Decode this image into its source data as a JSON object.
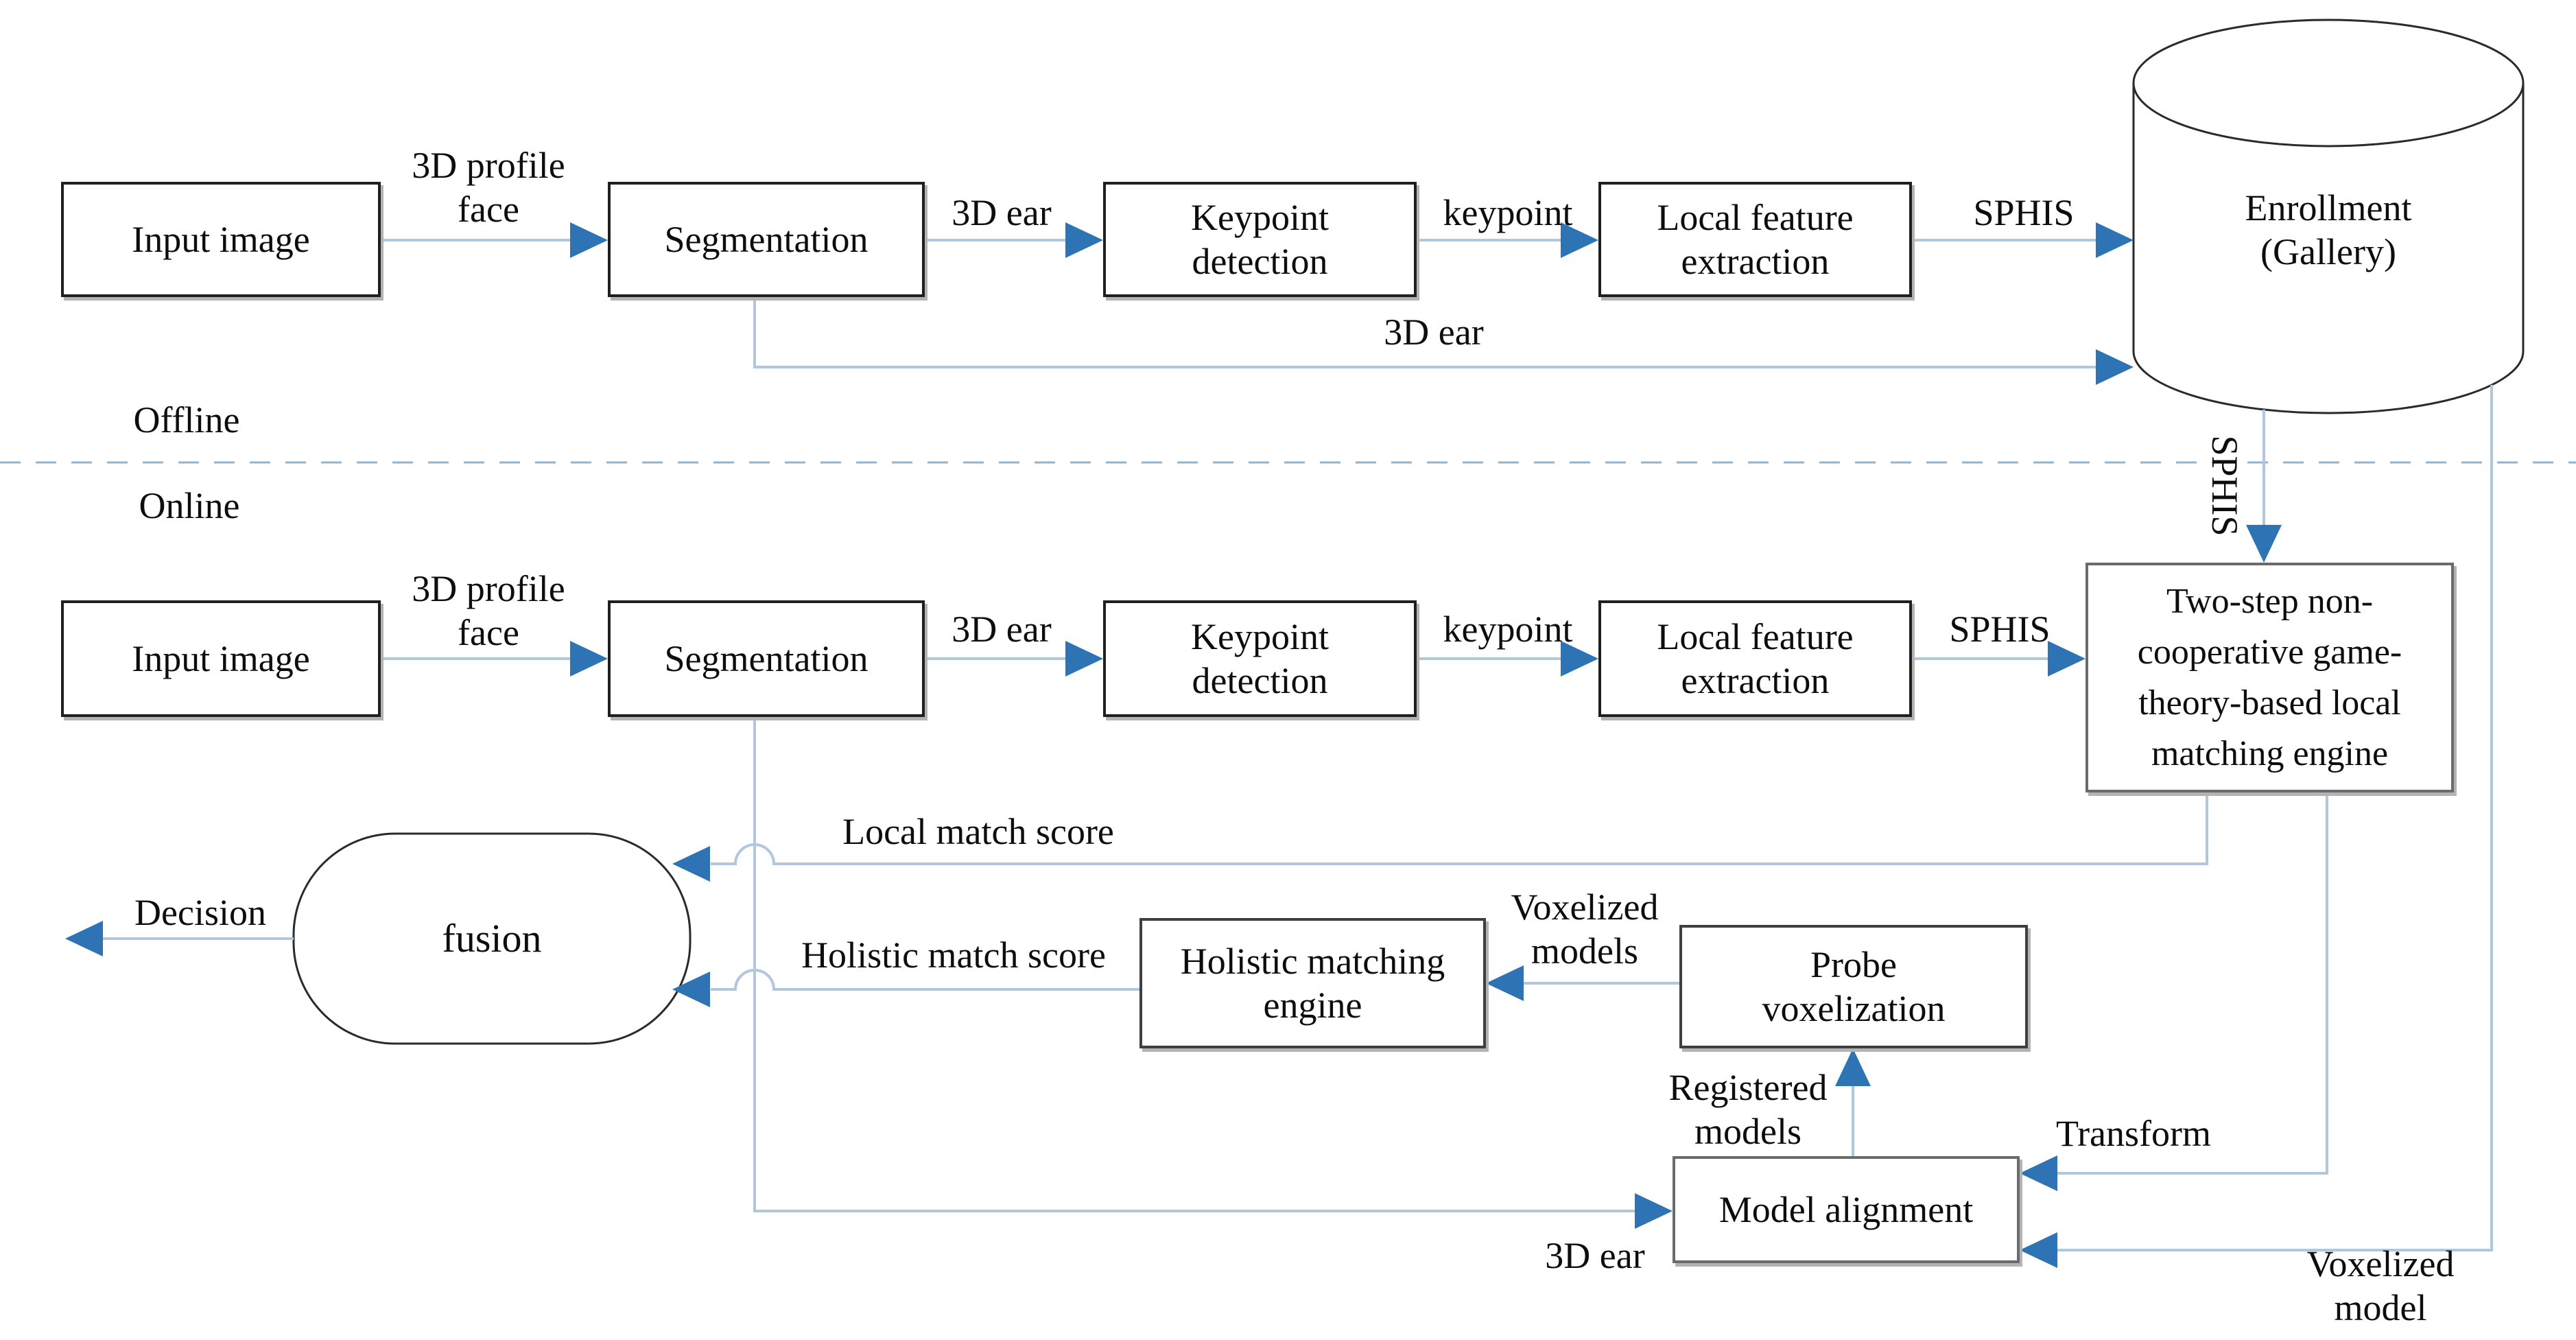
{
  "colors": {
    "accent": "#2e74b5",
    "line": "#b0c7de",
    "divider": "#92b5d1"
  },
  "offline_section": {
    "section_label": "Offline",
    "nodes": {
      "input_image": "Input image",
      "segmentation": "Segmentation",
      "keypoint_detection": "Keypoint\ndetection",
      "local_feature_extraction": "Local feature\nextraction",
      "enrollment_gallery": "Enrollment\n(Gallery)"
    },
    "edge_labels": {
      "profile_face": "3D profile\nface",
      "ear": "3D ear",
      "keypoint": "keypoint",
      "sphis": "SPHIS",
      "ear_bypass": "3D ear"
    }
  },
  "online_section": {
    "section_label": "Online",
    "nodes": {
      "input_image": "Input image",
      "segmentation": "Segmentation",
      "keypoint_detection": "Keypoint\ndetection",
      "local_feature_extraction": "Local feature\nextraction",
      "matching_engine": "Two-step non-\ncooperative game-\ntheory-based local\nmatching engine",
      "fusion": "fusion",
      "holistic_matching_engine": "Holistic matching\nengine",
      "probe_voxelization": "Probe\nvoxelization",
      "model_alignment": "Model alignment"
    },
    "edge_labels": {
      "profile_face": "3D profile\nface",
      "ear": "3D ear",
      "keypoint": "keypoint",
      "sphis": "SPHIS",
      "sphis_from_gallery": "SPHIS",
      "local_match_score": "Local match score",
      "holistic_match_score": "Holistic match score",
      "decision": "Decision",
      "voxelized_models": "Voxelized\nmodels",
      "registered_models": "Registered\nmodels",
      "transform": "Transform",
      "ear_to_alignment": "3D ear",
      "voxelized_model": "Voxelized model"
    }
  }
}
